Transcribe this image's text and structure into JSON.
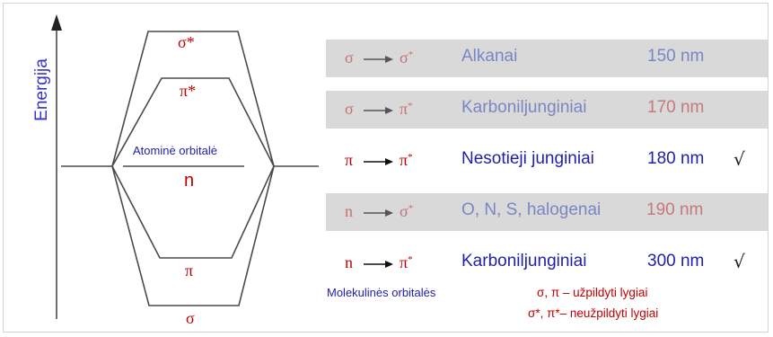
{
  "axis": {
    "label": "Energija"
  },
  "diagram": {
    "atomic_label": "Atominė orbitalė",
    "molecular_label": "Molekulinės orbitalės",
    "levels": {
      "sigma_star": "σ*",
      "pi_star": "π*",
      "n": "n",
      "pi": "π",
      "sigma": "σ"
    }
  },
  "transitions": [
    {
      "from": "σ",
      "to": "σ",
      "to_mark": "*",
      "label": "Alkanai",
      "wavelength": "150 nm",
      "check": "",
      "muted": true
    },
    {
      "from": "σ",
      "to": "π",
      "to_mark": "*",
      "label": "Karboniljunginiai",
      "wavelength": "170 nm",
      "check": "",
      "muted": true
    },
    {
      "from": "π",
      "to": "π",
      "to_mark": "*",
      "label": "Nesotieji junginiai",
      "wavelength": "180 nm",
      "check": "√",
      "muted": false
    },
    {
      "from": "n",
      "to": "σ",
      "to_mark": "*",
      "label": "O, N, S, halogenai",
      "wavelength": "190 nm",
      "check": "",
      "muted": true
    },
    {
      "from": "n",
      "to": "π",
      "to_mark": "*",
      "label": "Karboniljunginiai",
      "wavelength": "300 nm",
      "check": "√",
      "muted": false
    }
  ],
  "legend": {
    "filled": "σ, π – užpildyti lygiai",
    "empty": "σ*, π*– neužpildyti lygiai"
  },
  "colors": {
    "axis_label": "#3333cc",
    "level_symbol": "#c00000",
    "muted_symbol": "#c87070",
    "muted_label": "#7a86c4",
    "muted_wavelength_blue": "#7a86c4",
    "muted_wavelength_red": "#c87878",
    "strong_label": "#1f1fa8",
    "strong_symbol": "#c00000",
    "legend": "#c00000",
    "row_bg": "#d9d9d9"
  }
}
